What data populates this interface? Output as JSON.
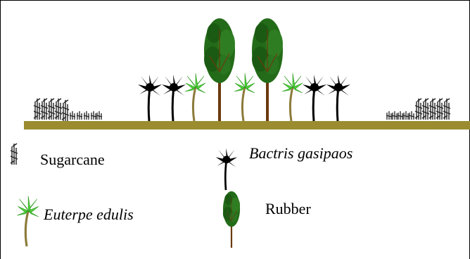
{
  "legend": {
    "sugarcane": {
      "label": "Sugarcane",
      "icon": "sugarcane-icon"
    },
    "bactris": {
      "label": "Bactris gasipaos",
      "icon": "black-palm-icon"
    },
    "euterpe": {
      "label": "Euterpe edulis",
      "icon": "green-palm-icon"
    },
    "rubber": {
      "label": "Rubber",
      "icon": "rubber-tree-icon"
    }
  },
  "colors": {
    "ground": "#9a8c2f",
    "rubber_foliage": "#236b18",
    "rubber_trunk": "#6b3a0e",
    "euterpe_leaf": "#4fd13a",
    "euterpe_trunk": "#8b7b3a",
    "bactris": "#000000",
    "sugarcane": "#222222"
  }
}
